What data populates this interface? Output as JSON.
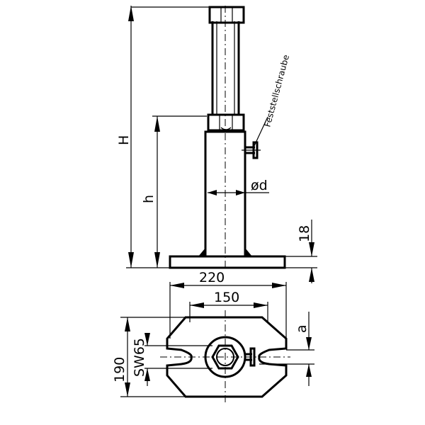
{
  "labels": {
    "height_total": "H",
    "height_tube": "h",
    "diameter": "ød",
    "plate_thickness": "18",
    "width_outer": "220",
    "width_inner": "150",
    "depth": "190",
    "wrench_size": "SW65",
    "slot_offset": "a",
    "clamp_screw": "Feststellschraube"
  }
}
